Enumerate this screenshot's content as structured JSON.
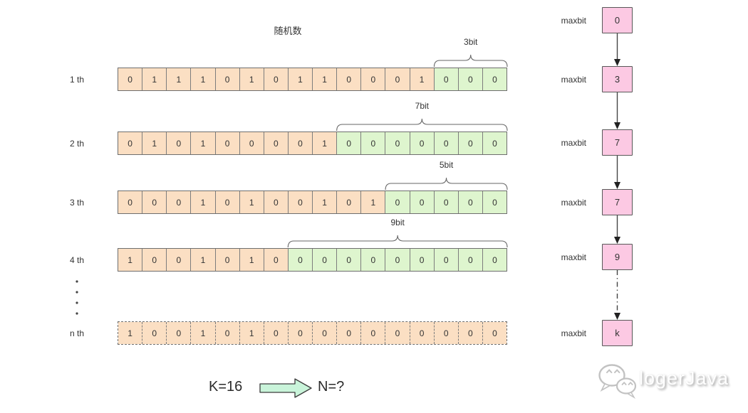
{
  "title": "随机数",
  "rows": [
    {
      "label": "1 th",
      "bits": [
        "0",
        "1",
        "1",
        "1",
        "0",
        "1",
        "0",
        "1",
        "1",
        "0",
        "0",
        "0",
        "1",
        "0",
        "0",
        "0"
      ],
      "green_count": 3,
      "brace_label": "3bit",
      "dashed": false
    },
    {
      "label": "2 th",
      "bits": [
        "0",
        "1",
        "0",
        "1",
        "0",
        "0",
        "0",
        "0",
        "1",
        "0",
        "0",
        "0",
        "0",
        "0",
        "0",
        "0"
      ],
      "green_count": 7,
      "brace_label": "7bit",
      "dashed": false
    },
    {
      "label": "3 th",
      "bits": [
        "0",
        "0",
        "0",
        "1",
        "0",
        "1",
        "0",
        "0",
        "1",
        "0",
        "1",
        "0",
        "0",
        "0",
        "0",
        "0"
      ],
      "green_count": 5,
      "brace_label": "5bit",
      "dashed": false
    },
    {
      "label": "4 th",
      "bits": [
        "1",
        "0",
        "0",
        "1",
        "0",
        "1",
        "0",
        "0",
        "0",
        "0",
        "0",
        "0",
        "0",
        "0",
        "0",
        "0"
      ],
      "green_count": 9,
      "brace_label": "9bit",
      "dashed": false
    },
    {
      "label": "n th",
      "bits": [
        "1",
        "0",
        "0",
        "1",
        "0",
        "1",
        "0",
        "0",
        "0",
        "0",
        "0",
        "0",
        "0",
        "0",
        "0",
        "0"
      ],
      "green_count": 0,
      "brace_label": "",
      "dashed": true
    }
  ],
  "ellipsis_dots": 4,
  "maxbit_chain": {
    "label": "maxbit",
    "values": [
      "0",
      "3",
      "7",
      "7",
      "9",
      "k"
    ],
    "dashed_last_link": true
  },
  "formula": {
    "k": "K=16",
    "n": "N=?"
  },
  "watermark": {
    "text": "logerJava",
    "icon": "wechat-icon"
  },
  "colors": {
    "cell_orange": "#fbdfc3",
    "cell_green": "#def5ce",
    "box_pink": "#fcc9e3",
    "arrow_mint": "#c9f4da",
    "line": "#666666",
    "text": "#333333"
  }
}
